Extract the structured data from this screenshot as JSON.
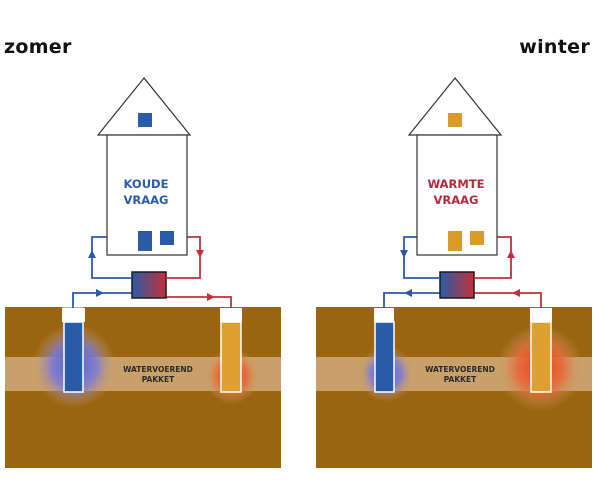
{
  "summer": {
    "title": "zomer",
    "demand_line1": "KOUDE",
    "demand_line2": "VRAAG",
    "aquifer_line1": "WATERVOEREND",
    "aquifer_line2": "PAKKET"
  },
  "winter": {
    "title": "winter",
    "demand_line1": "WARMTE",
    "demand_line2": "VRAAG",
    "aquifer_line1": "WATERVOEREND",
    "aquifer_line2": "PAKKET"
  },
  "colors": {
    "cold": "#2a5ba8",
    "warm": "#d99a2b",
    "hot_pipe": "#c4303a",
    "soil": "#9b6410",
    "aquifer_band": "#c9a06a",
    "summer_demand_text": "#2a5ba8",
    "winter_demand_text": "#b3283a"
  }
}
